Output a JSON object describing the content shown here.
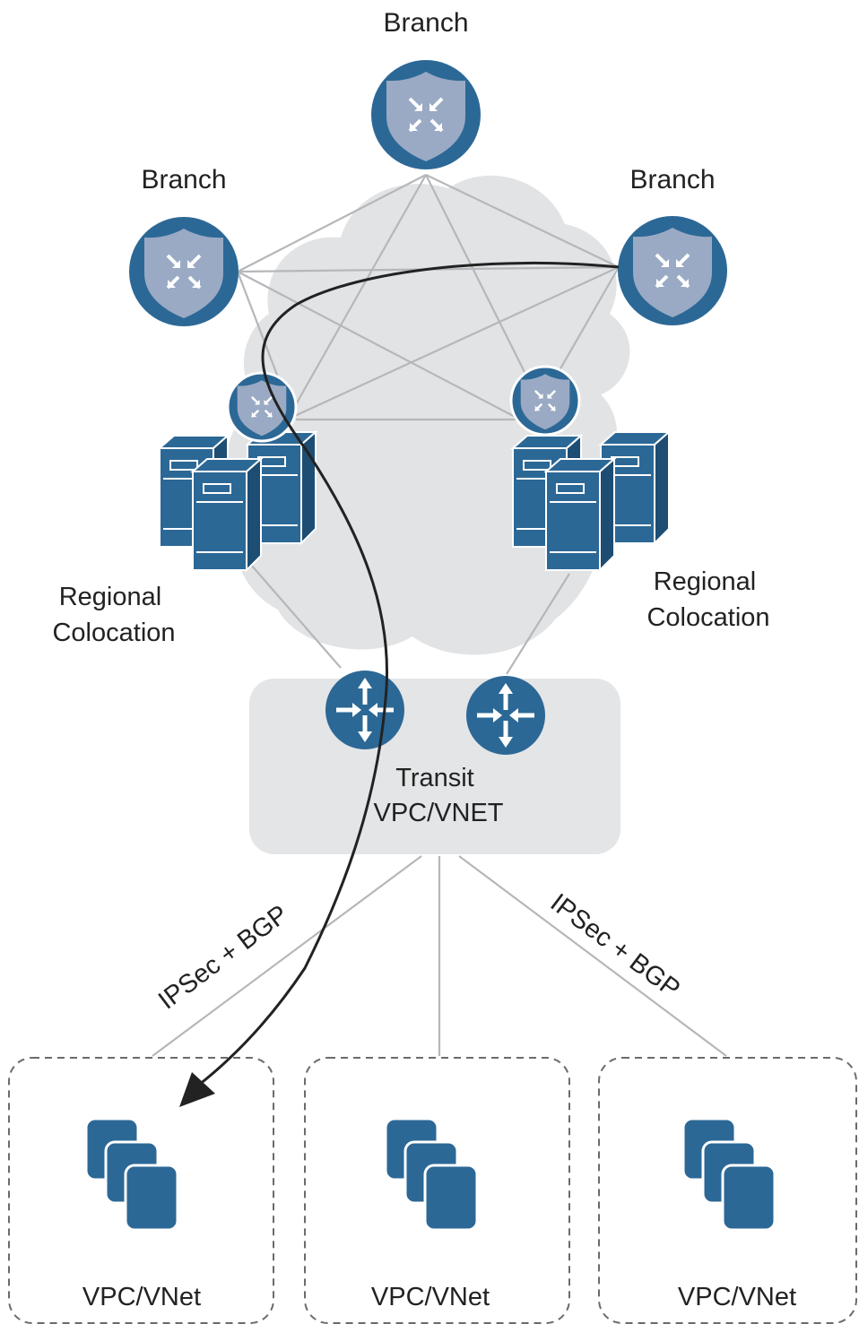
{
  "labels": {
    "branch_top": "Branch",
    "branch_left": "Branch",
    "branch_right": "Branch",
    "colo_left": [
      "Regional",
      "Colocation"
    ],
    "colo_right": [
      "Regional",
      "Colocation"
    ],
    "transit": [
      "Transit",
      "VPC/VNET"
    ],
    "ipsec_left": "IPSec + BGP",
    "ipsec_right": "IPSec + BGP",
    "vpc_left": "VPC/VNet",
    "vpc_middle": "VPC/VNet",
    "vpc_right": "VPC/VNet"
  },
  "colors": {
    "node_blue": "#2c6896",
    "shield": "#9aaac4",
    "cloud": "#e2e3e5",
    "transit_box": "#e4e5e7",
    "link": "#b5b7ba",
    "path": "#222222",
    "dashed_border": "#6b6b6b"
  },
  "icons": {
    "branch": "firewall-shield-icon",
    "colocation_router": "firewall-shield-icon",
    "servers": "server-tower-icon",
    "transit_router": "router-icon",
    "vpc": "stacked-instances-icon"
  }
}
